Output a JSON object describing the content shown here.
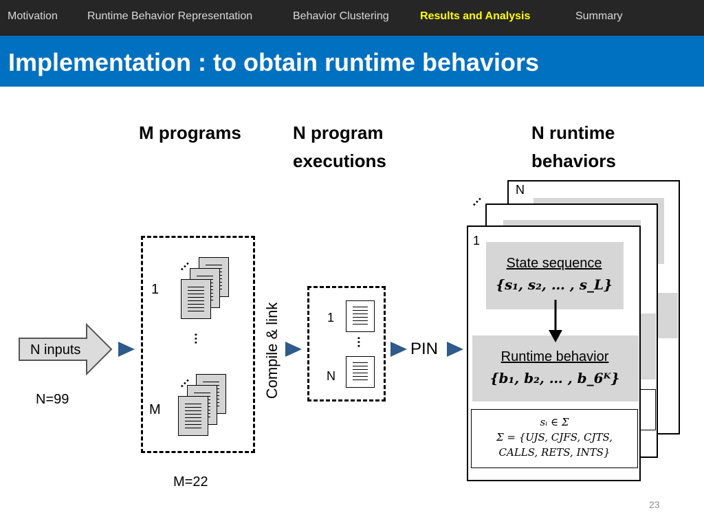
{
  "nav": {
    "items": [
      {
        "label": "Motivation",
        "active": false
      },
      {
        "label": "Runtime Behavior Representation",
        "active": false
      },
      {
        "label": "Behavior Clustering",
        "active": false
      },
      {
        "label": "Results and Analysis",
        "active": true
      },
      {
        "label": "Summary",
        "active": false
      }
    ]
  },
  "slide": {
    "title": "Implementation : to obtain runtime behaviors",
    "page_number": "23"
  },
  "diagram": {
    "headings": {
      "m_programs": "M programs",
      "n_executions_line1": "N program",
      "n_executions_line2": "executions",
      "n_behaviors_line1": "N runtime",
      "n_behaviors_line2": "behaviors"
    },
    "inputs": {
      "label": "N inputs",
      "count": "N=99"
    },
    "programs": {
      "first": "1",
      "last": "M",
      "count": "M=22",
      "ellipsis": "…"
    },
    "compile_label": "Compile & link",
    "executions": {
      "first": "1",
      "last": "N",
      "ellipsis": "…"
    },
    "pin_label": "PIN",
    "behaviors": {
      "back_card_label": "N",
      "front_card_label": "1",
      "ellipsis": "…",
      "state_sequence_title": "State sequence",
      "state_sequence_formula": "{s₁, s₂, … , s_L}",
      "runtime_behavior_title": "Runtime behavior",
      "runtime_behavior_formula": "{b₁, b₂, … , b_6ᴷ}",
      "sigma_line1": "sᵢ ∈ Σ",
      "sigma_line2": "Σ = {UJS, CJFS, CJTS,",
      "sigma_line3": "CALLS, RETS, INTS}"
    }
  }
}
